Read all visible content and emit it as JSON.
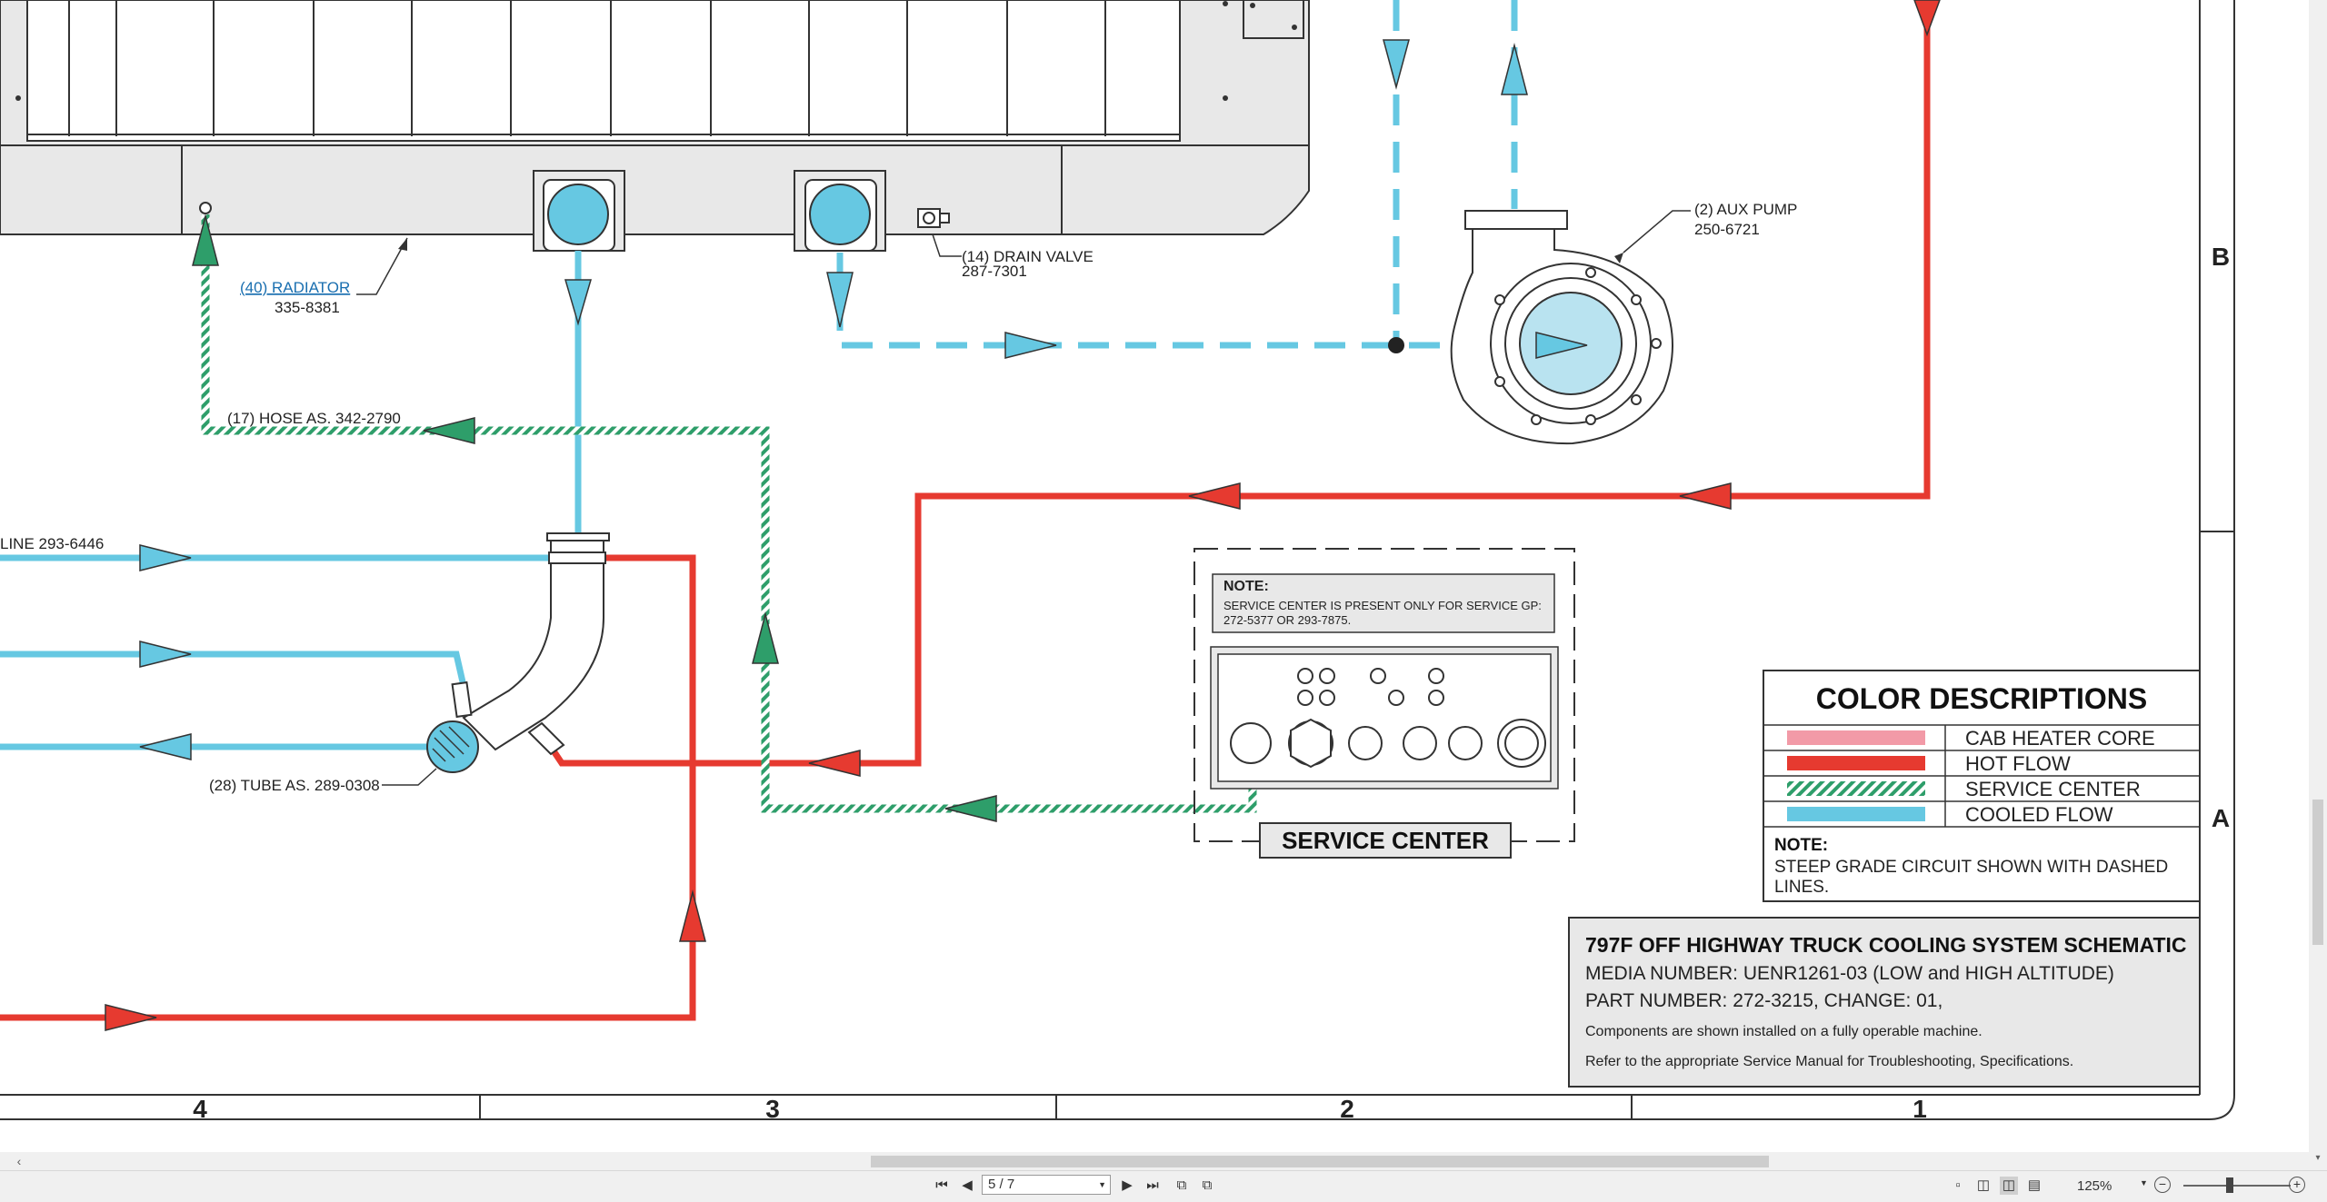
{
  "document": {
    "radiator": {
      "ref": "(40) RADIATOR",
      "part": "335-8381"
    },
    "drain_valve": {
      "ref": "(14) DRAIN VALVE",
      "part": "287-7301"
    },
    "aux_pump": {
      "ref": "(2) AUX PUMP",
      "part": "250-6721"
    },
    "hose": "(17) HOSE AS. 342-2790",
    "line": "LINE 293-6446",
    "tube": "(28) TUBE AS. 289-0308",
    "service_note": {
      "heading": "NOTE:",
      "line1": "SERVICE CENTER IS PRESENT ONLY FOR SERVICE GP:",
      "line2": "272-5377 OR 293-7875."
    },
    "service_center_label": "SERVICE CENTER",
    "legend": {
      "title": "COLOR DESCRIPTIONS",
      "items": [
        {
          "label": "CAB HEATER CORE",
          "color": "#f29aa7"
        },
        {
          "label": "HOT FLOW",
          "color": "#e63a30"
        },
        {
          "label": "SERVICE CENTER",
          "color": "#2e9e6a"
        },
        {
          "label": "COOLED FLOW",
          "color": "#66c8e2"
        }
      ],
      "note_heading": "NOTE:",
      "note_line1": "STEEP GRADE CIRCUIT SHOWN WITH DASHED",
      "note_line2": "LINES."
    },
    "title_block": {
      "title": "797F OFF HIGHWAY TRUCK COOLING SYSTEM SCHEMATIC",
      "media": "MEDIA NUMBER: UENR1261-03 (LOW and HIGH ALTITUDE)",
      "part": "PART NUMBER: 272-3215, CHANGE: 01,",
      "line1": "Components are shown installed on a fully operable machine.",
      "line2": "Refer to the appropriate Service Manual for Troubleshooting, Specifications."
    },
    "zones_bottom": [
      "4",
      "3",
      "2",
      "1"
    ],
    "zones_right": [
      "B",
      "A"
    ]
  },
  "viewer": {
    "page_field": "5 / 7",
    "zoom": "125%"
  },
  "colors": {
    "hot": "#e63a30",
    "cooled": "#66c8e2",
    "service": "#2e9e6a",
    "cab": "#f29aa7"
  }
}
